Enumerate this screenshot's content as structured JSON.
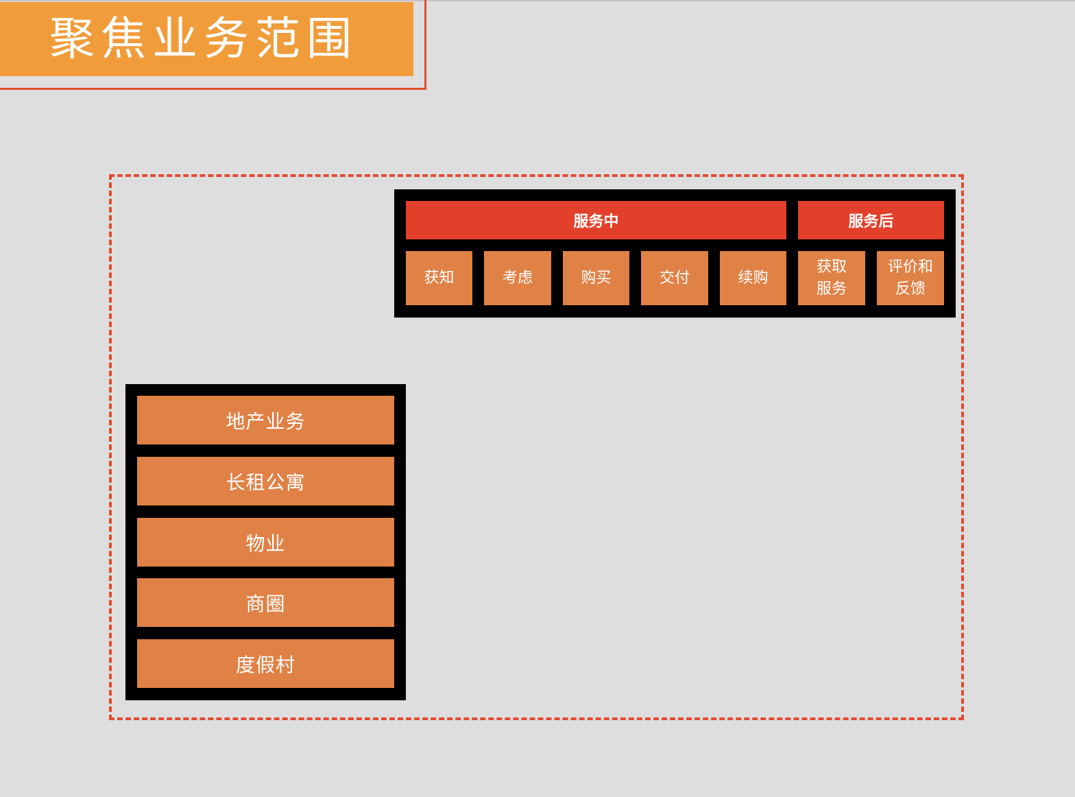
{
  "title": "聚焦业务范围",
  "service_headers": {
    "during": "服务中",
    "after": "服务后"
  },
  "stages": [
    "获知",
    "考虑",
    "购买",
    "交付",
    "续购",
    "获取服务",
    "评价和反馈"
  ],
  "businesses": [
    "地产业务",
    "长租公寓",
    "物业",
    "商圈",
    "度假村"
  ],
  "colors": {
    "title_fill": "#f09c3a",
    "accent_red": "#e2402a",
    "cell_orange": "#e08146",
    "frame_dash": "#e34a30",
    "background": "#dedede"
  }
}
